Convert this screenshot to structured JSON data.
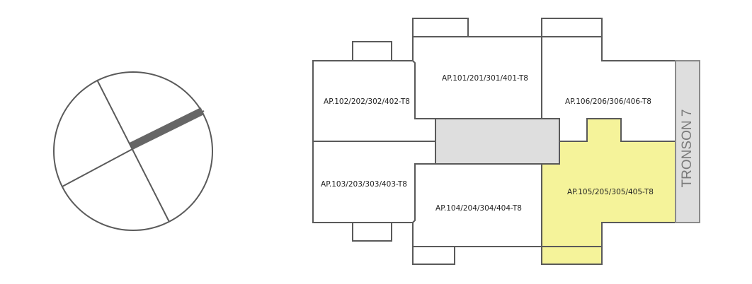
{
  "colors": {
    "highlight": "#f5f39a",
    "core": "#dedede",
    "stroke": "#5a5a5a",
    "orientation_bar": "#666666"
  },
  "plan": {
    "apartments": [
      {
        "id": "ap101",
        "label": "AP.101/201/301/401-T8",
        "selected": false
      },
      {
        "id": "ap102",
        "label": "AP.102/202/302/402-T8",
        "selected": false
      },
      {
        "id": "ap103",
        "label": "AP.103/203/303/403-T8",
        "selected": false
      },
      {
        "id": "ap104",
        "label": "AP.104/204/304/404-T8",
        "selected": false
      },
      {
        "id": "ap105",
        "label": "AP.105/205/305/405-T8",
        "selected": true
      },
      {
        "id": "ap106",
        "label": "AP.106/206/306/406-T8",
        "selected": false
      }
    ],
    "tronson_label": "TRONSON 7"
  }
}
